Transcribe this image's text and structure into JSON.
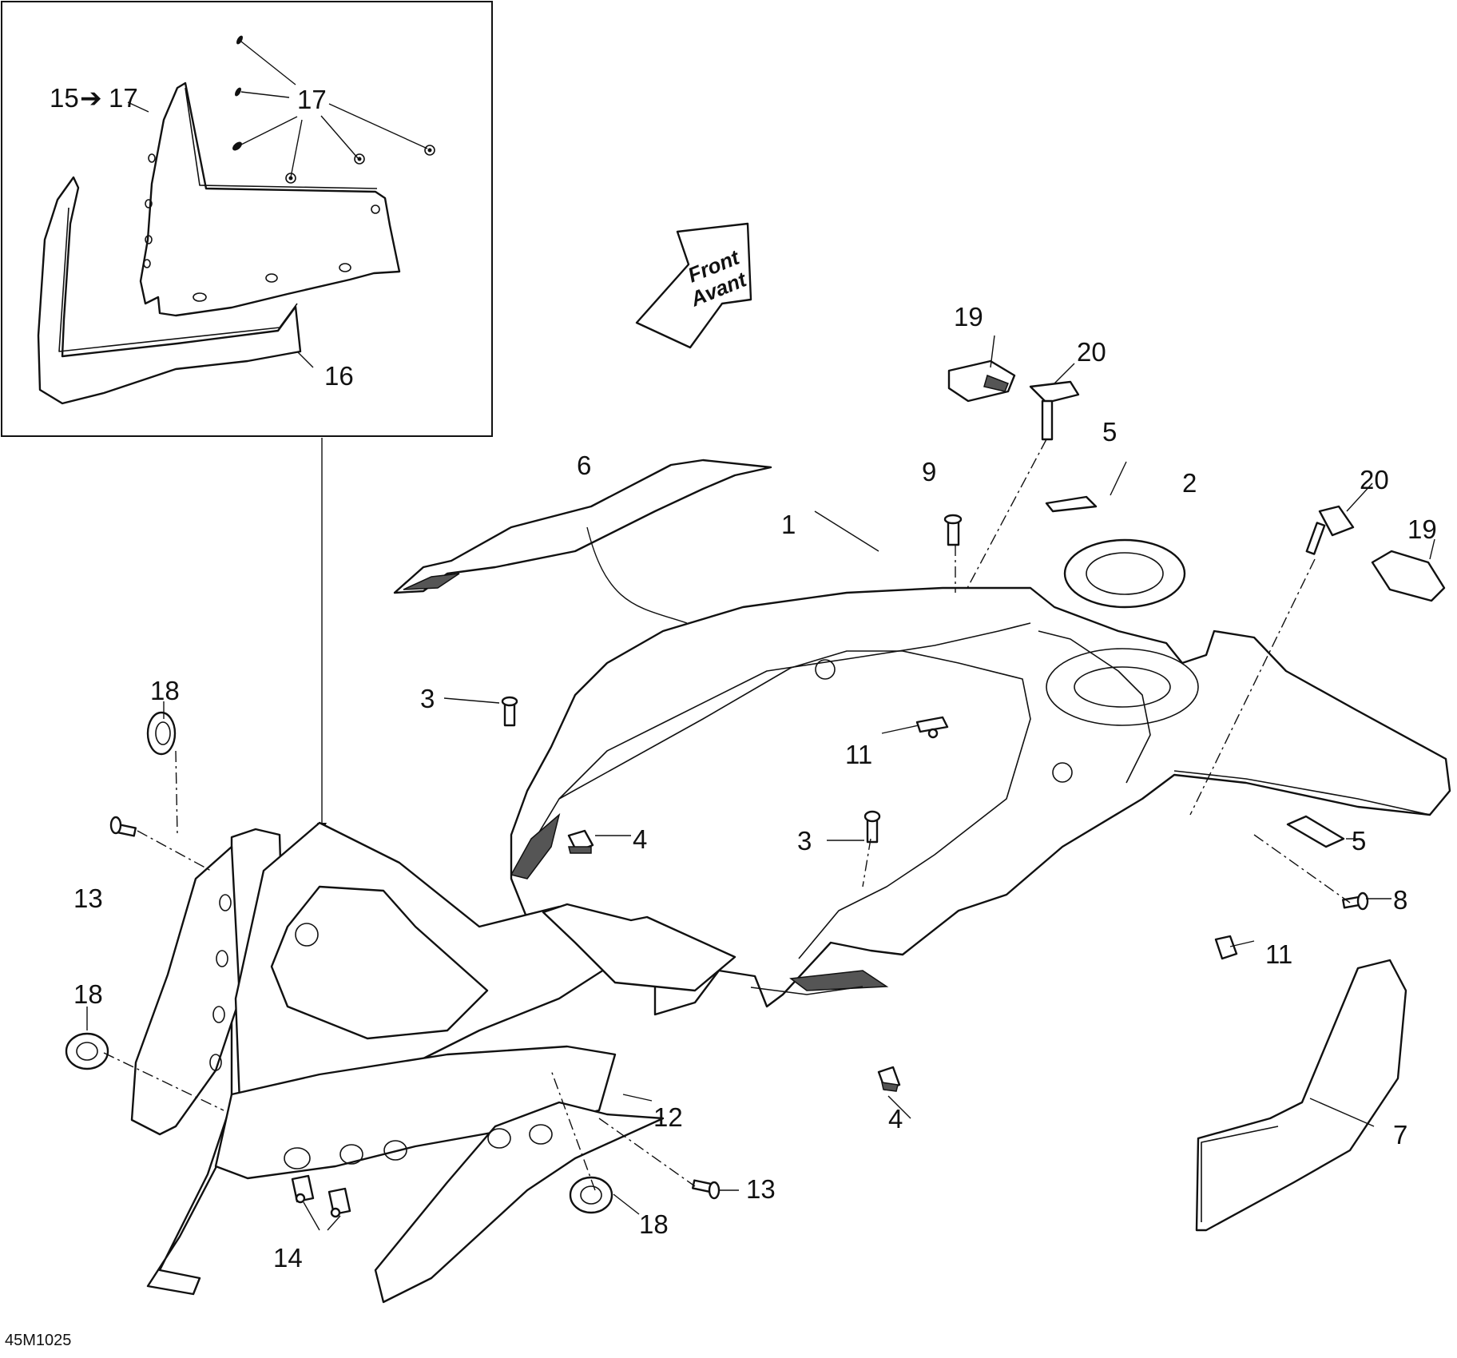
{
  "direction_arrow": {
    "line1": "Front",
    "line2": "Avant"
  },
  "figure_code": "45M1025",
  "inset": {
    "title_from": "15",
    "title_to": "17",
    "arrow_glyph": "➔"
  },
  "callouts": {
    "c1": "1",
    "c2": "2",
    "c3a": "3",
    "c3b": "3",
    "c4a": "4",
    "c4b": "4",
    "c5a": "5",
    "c5b": "5",
    "c6": "6",
    "c7": "7",
    "c8": "8",
    "c9": "9",
    "c11a": "11",
    "c11b": "11",
    "c12": "12",
    "c13a": "13",
    "c13b": "13",
    "c14": "14",
    "c16": "16",
    "c17": "17",
    "c18a": "18",
    "c18b": "18",
    "c18c": "18",
    "c19a": "19",
    "c19b": "19",
    "c20a": "20",
    "c20b": "20"
  }
}
